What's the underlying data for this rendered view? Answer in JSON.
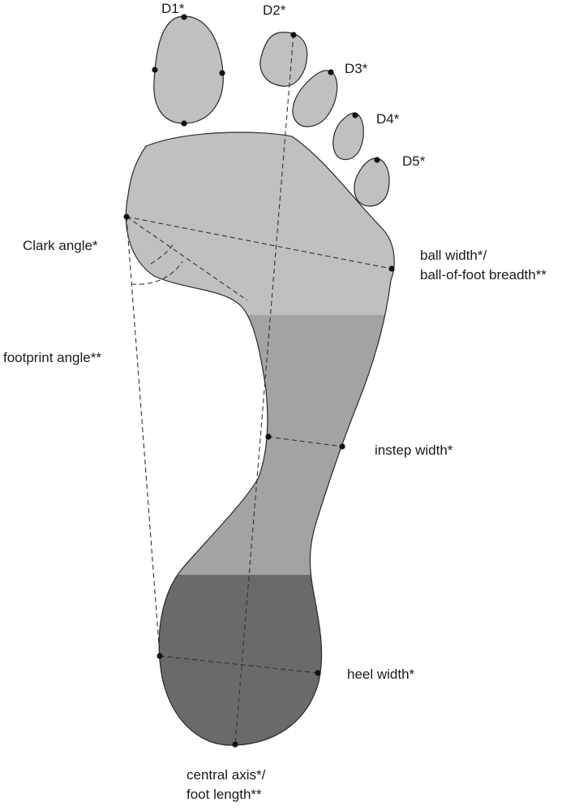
{
  "labels": {
    "d1": "D1*",
    "d2": "D2*",
    "d3": "D3*",
    "d4": "D4*",
    "d5": "D5*",
    "clark_angle": "Clark angle*",
    "ball_width_line1": "ball width*/",
    "ball_width_line2": "ball-of-foot breadth**",
    "footprint_angle": "footprint angle**",
    "instep_width": "instep width*",
    "heel_width": "heel width*",
    "central_axis_line1": "central axis*/",
    "central_axis_line2": "foot length**"
  },
  "colors": {
    "forefoot": "#c0c0c0",
    "midfoot": "#a3a3a3",
    "heel": "#6a6a6a",
    "outline": "#2a2a2a",
    "points": "#111111"
  }
}
